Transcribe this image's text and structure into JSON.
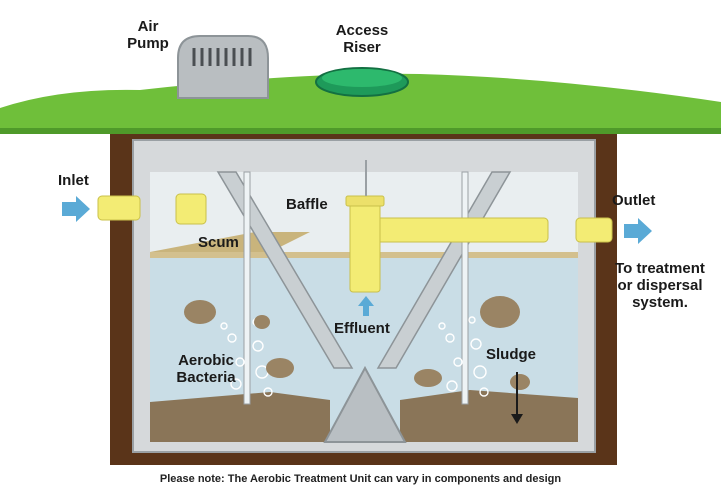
{
  "labels": {
    "air_pump": [
      "Air",
      "Pump"
    ],
    "access_riser": [
      "Access",
      "Riser"
    ],
    "inlet": "Inlet",
    "outlet": "Outlet",
    "baffle": "Baffle",
    "scum": "Scum",
    "effluent": "Effluent",
    "aerobic_bacteria": [
      "Aerobic",
      "Bacteria"
    ],
    "sludge": "Sludge",
    "destination": [
      "To treatment",
      "or dispersal",
      "system."
    ]
  },
  "note": "Please note: The Aerobic Treatment Unit can vary in components and design",
  "colors": {
    "grass": "#6fbf3a",
    "soil": "#5a3419",
    "tank_wall": "#d6d9db",
    "water": "#c9dde6",
    "pipe": "#f3ec74",
    "arrow": "#5aaad6",
    "riser": "#1e9a5a",
    "sludge": "#8a7558"
  }
}
